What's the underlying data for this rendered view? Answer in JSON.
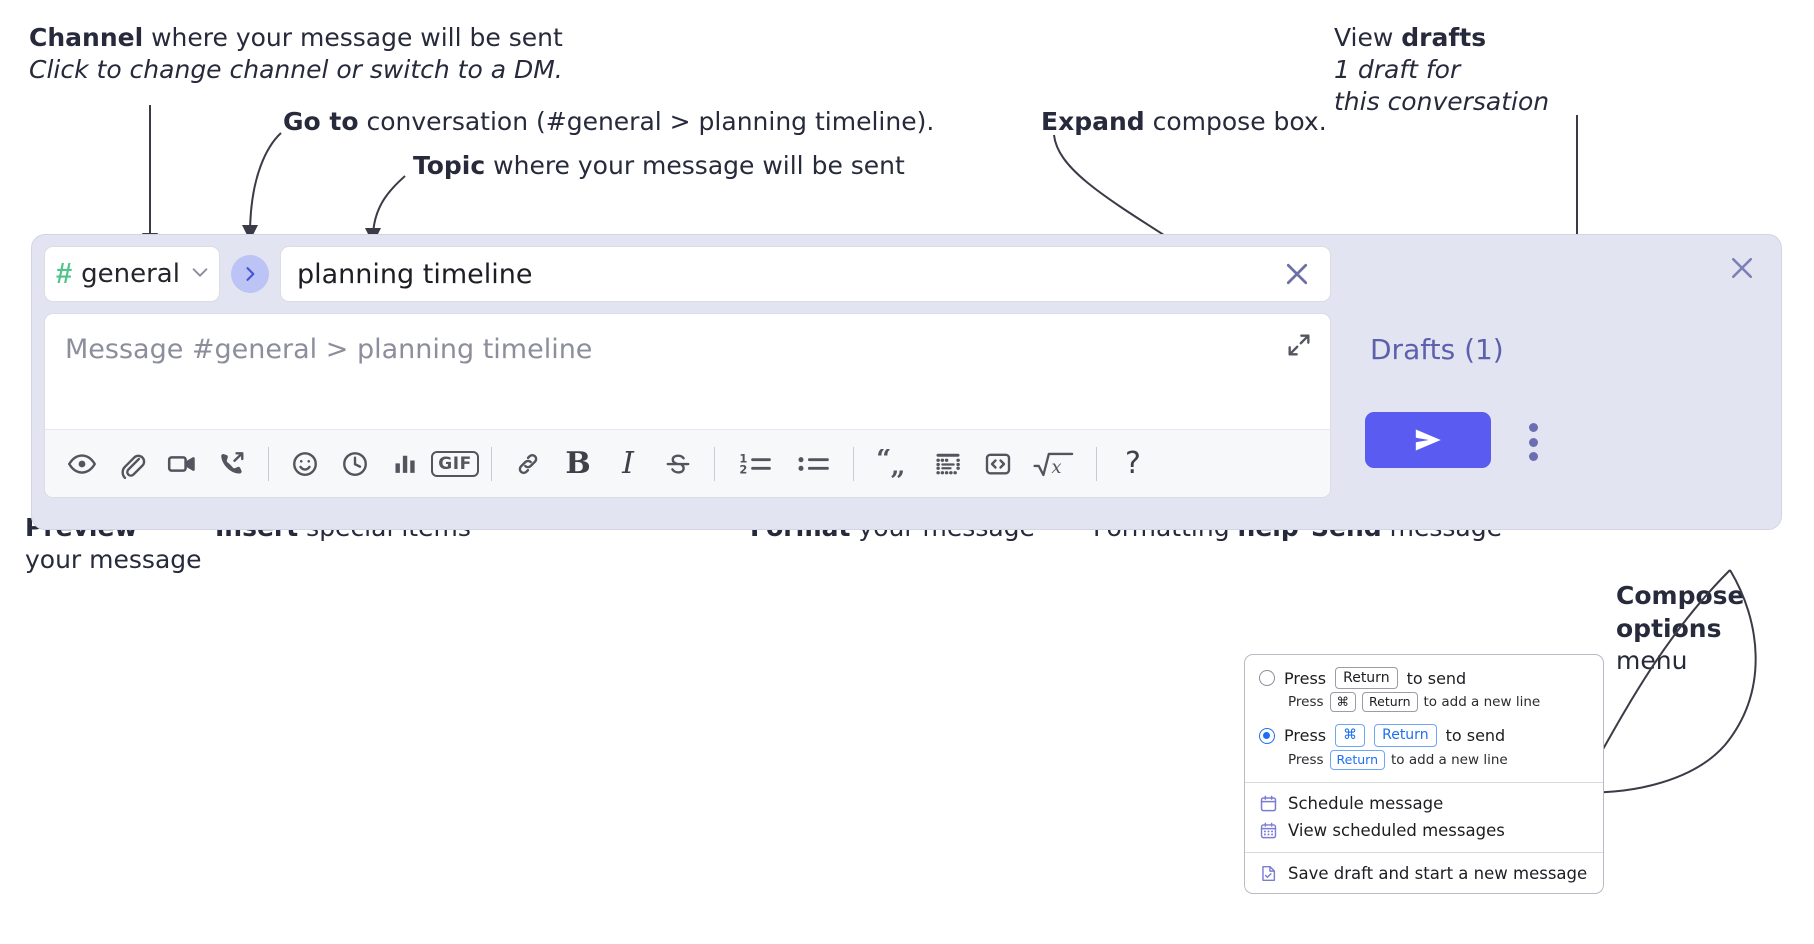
{
  "annotations": {
    "channel": {
      "bold": "Channel",
      "rest": " where your message will be sent",
      "sub": "Click to change channel or switch to a DM."
    },
    "goto": {
      "bold": "Go to",
      "rest": " conversation (#general > planning timeline)."
    },
    "topic": {
      "bold": "Topic",
      "rest": " where your message will be sent"
    },
    "expand": {
      "bold": "Expand",
      "rest": " compose box."
    },
    "drafts": {
      "pre": "View ",
      "bold": "drafts",
      "sub1": "1 draft for",
      "sub2": "this conversation"
    },
    "preview": {
      "bold": "Preview",
      "line2": "your message"
    },
    "insert": {
      "bold": "Insert",
      "rest": " special items"
    },
    "format": {
      "bold": "Format",
      "rest": " your message"
    },
    "formatting_help": {
      "pre": "Formatting ",
      "bold": "help"
    },
    "send": {
      "bold": "Send",
      "rest": " message"
    },
    "compose_options": {
      "line1": "Compose",
      "line2": "options",
      "line3": "menu"
    }
  },
  "compose": {
    "channel": {
      "hash": "#",
      "name": "general",
      "chevron_icon": "chevron-down-icon"
    },
    "goto_icon": "chevron-right-icon",
    "topic": {
      "value": "planning timeline",
      "clear_icon": "close-icon"
    },
    "message": {
      "placeholder": "Message #general > planning timeline",
      "value": "",
      "expand_icon": "expand-icon"
    },
    "close_icon": "close-icon",
    "drafts_label": "Drafts (1)",
    "send_icon": "send-icon",
    "kebab_icon": "more-vertical-icon",
    "toolbar": [
      {
        "name": "preview-button",
        "icon": "eye-icon"
      },
      {
        "name": "attach-button",
        "icon": "paperclip-icon"
      },
      {
        "name": "video-clip-button",
        "icon": "video-camera-icon"
      },
      {
        "name": "audio-clip-button",
        "icon": "phone-forward-icon"
      },
      {
        "name": "separator",
        "icon": "divider"
      },
      {
        "name": "emoji-button",
        "icon": "emoji-smiley-icon"
      },
      {
        "name": "reminder-button",
        "icon": "clock-icon"
      },
      {
        "name": "poll-button",
        "icon": "bar-chart-icon"
      },
      {
        "name": "gif-button",
        "icon": "gif-icon",
        "label": "GIF"
      },
      {
        "name": "separator",
        "icon": "divider"
      },
      {
        "name": "link-button",
        "icon": "link-icon"
      },
      {
        "name": "bold-button",
        "icon": "bold-icon",
        "label": "B"
      },
      {
        "name": "italic-button",
        "icon": "italic-icon",
        "label": "I"
      },
      {
        "name": "strikethrough-button",
        "icon": "strikethrough-icon",
        "label": "S"
      },
      {
        "name": "separator",
        "icon": "divider"
      },
      {
        "name": "ordered-list-button",
        "icon": "ordered-list-icon"
      },
      {
        "name": "bulleted-list-button",
        "icon": "bulleted-list-icon"
      },
      {
        "name": "separator",
        "icon": "divider"
      },
      {
        "name": "blockquote-button",
        "icon": "quote-icon"
      },
      {
        "name": "code-block-button",
        "icon": "code-block-icon"
      },
      {
        "name": "inline-code-button",
        "icon": "code-icon"
      },
      {
        "name": "math-button",
        "icon": "square-root-x-icon"
      },
      {
        "name": "separator",
        "icon": "divider"
      },
      {
        "name": "formatting-help-button",
        "icon": "question-mark-icon",
        "label": "?"
      }
    ]
  },
  "options_menu": {
    "radio_options": [
      {
        "selected": false,
        "press": "Press",
        "keys": [
          "Return"
        ],
        "action": "to send",
        "hint_press": "Press",
        "hint_keys": [
          "⌘",
          "Return"
        ],
        "hint_action": "to add a new line"
      },
      {
        "selected": true,
        "press": "Press",
        "keys": [
          "⌘",
          "Return"
        ],
        "action": "to send",
        "hint_press": "Press",
        "hint_keys": [
          "Return"
        ],
        "hint_action": "to add a new line"
      }
    ],
    "items": [
      {
        "icon": "calendar-clock-icon",
        "label": "Schedule message"
      },
      {
        "icon": "calendar-grid-icon",
        "label": "View scheduled messages"
      },
      {
        "icon": "document-check-icon",
        "label": "Save draft and start a new message"
      }
    ]
  },
  "colors": {
    "panel_bg": "#e3e4f1",
    "send_button": "#5a5bf0",
    "hash_green": "#4fc48a",
    "drafts_link": "#5d60ad",
    "goto_circle": "#bcc4f5",
    "radio_blue": "#1d6ff2"
  }
}
